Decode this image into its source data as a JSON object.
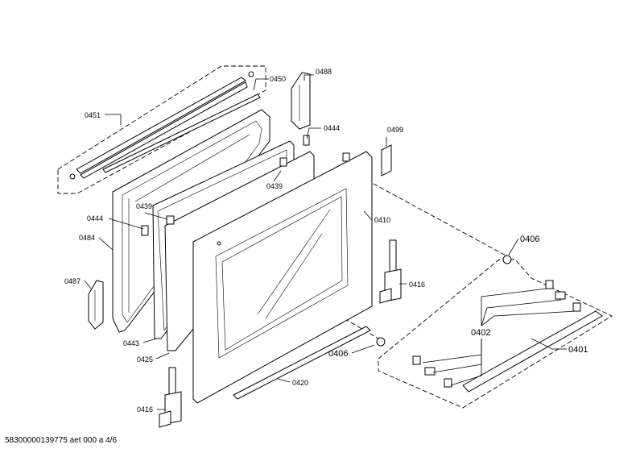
{
  "labels": {
    "l0451": "0451",
    "l0450": "0450",
    "l0488": "0488",
    "l0444a": "0444",
    "l0499": "0499",
    "l0439a": "0439",
    "l0439b": "0439",
    "l0444b": "0444",
    "l0484": "0484",
    "l0410": "0410",
    "l0406a": "0406",
    "l0487": "0487",
    "l0416a": "0416",
    "l0402": "0402",
    "l0443": "0443",
    "l0401": "0401",
    "l0425": "0425",
    "l0406b": "0406",
    "l0420": "0420",
    "l0416b": "0416"
  },
  "footer": "58300000139775 aet 000 a 4/6"
}
